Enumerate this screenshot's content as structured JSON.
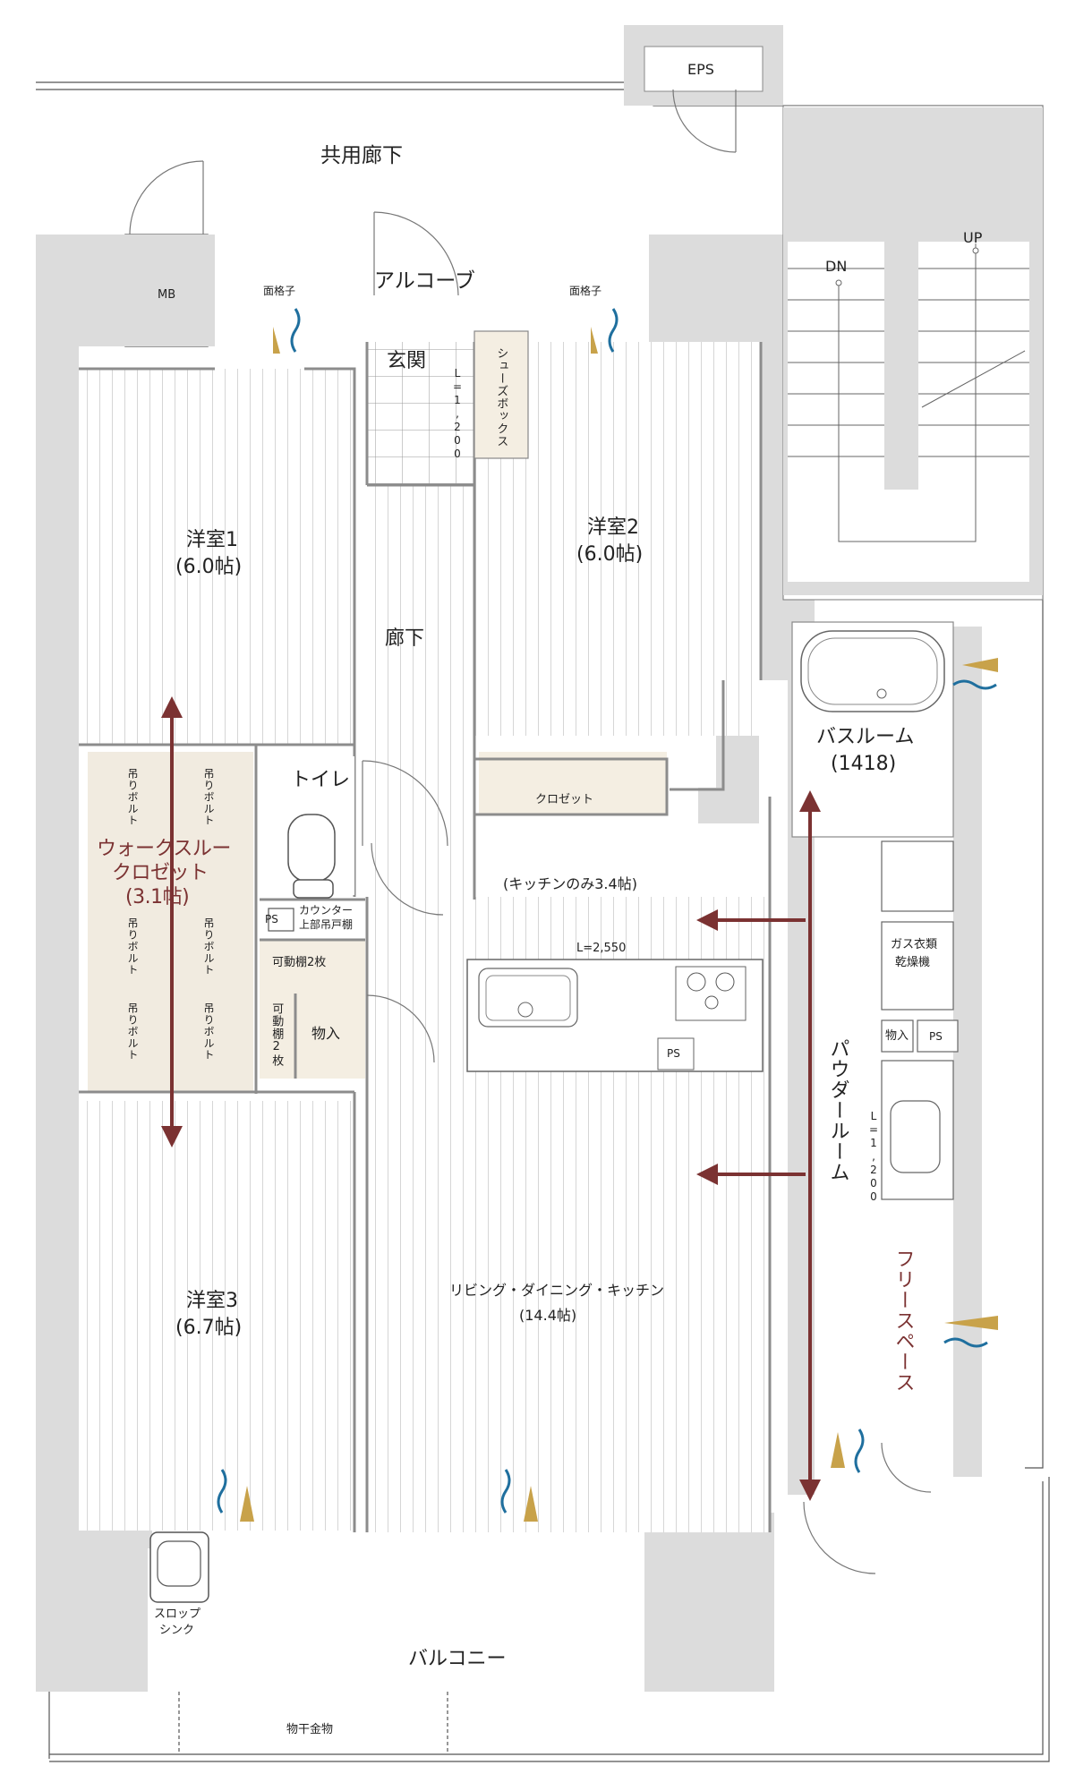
{
  "labels": {
    "eps": "EPS",
    "common_corridor": "共用廊下",
    "mb": "MB",
    "alcove": "アルコーブ",
    "lattice_left": "面格子",
    "lattice_right": "面格子",
    "entrance": "玄関",
    "entrance_width": "L=1,200",
    "shoe_box": "シューズボックス",
    "dn": "DN",
    "up": "UP",
    "room1_name": "洋室1",
    "room1_size": "(6.0帖)",
    "room2_name": "洋室2",
    "room2_size": "(6.0帖)",
    "hallway": "廊下",
    "bathroom_name": "バスルーム",
    "bathroom_size": "(1418)",
    "toilet": "トイレ",
    "closet": "クロゼット",
    "wic_line1": "ウォークスルー",
    "wic_line2": "クロゼット",
    "wic_size": "(3.1帖)",
    "hanging_bolt": "吊りボルト",
    "ps_toilet": "PS",
    "counter_cabinet_line1": "カウンター",
    "counter_cabinet_line2": "上部吊戸棚",
    "movable_shelf_h": "可動棚2枚",
    "movable_shelf_v": "可動棚2枚",
    "storage_main": "物入",
    "kitchen_only": "(キッチンのみ3.4帖)",
    "kitchen_length": "L=2,550",
    "ps_kitchen": "PS",
    "gas_dryer_line1": "ガス衣類",
    "gas_dryer_line2": "乾燥機",
    "storage_powder": "物入",
    "ps_powder": "PS",
    "powder_room": "パウダールーム",
    "vanity_width": "L=1,200",
    "ldk_name": "リビング・ダイニング・キッチン",
    "ldk_size": "(14.4帖)",
    "room3_name": "洋室3",
    "room3_size": "(6.7帖)",
    "free_space": "フリースペース",
    "slop_sink_line1": "スロップ",
    "slop_sink_line2": "シンク",
    "balcony": "バルコニー",
    "drying_hardware": "物干金物"
  },
  "colors": {
    "wall": "#dcdcdc",
    "wall_edge": "#9a9a9a",
    "floor_line": "#d2d2d2",
    "wic_floor": "#f1ebe0",
    "closet_floor": "#f4eee2",
    "accent_red": "#7b3232",
    "ventilation_blue": "#1f6f9e",
    "light_gold": "#c8a24a"
  }
}
